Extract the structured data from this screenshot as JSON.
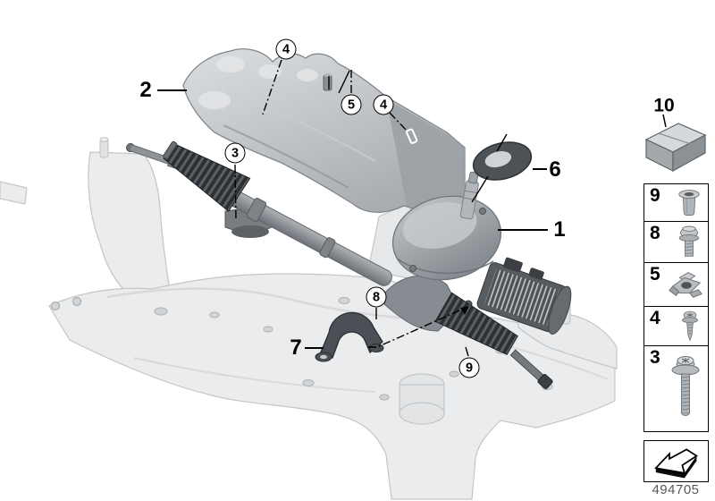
{
  "illustration": {
    "description": "Exploded parts diagram: electric steering gear with heat shield on front axle subframe",
    "diagram_number": "494705"
  },
  "callouts": {
    "part1": "1",
    "part2": "2",
    "part6": "6",
    "part7": "7",
    "part10": "10",
    "circle3": "3",
    "circle4a": "4",
    "circle4b": "4",
    "circle5": "5",
    "circle8": "8",
    "circle9": "9"
  },
  "legend": {
    "rows": [
      {
        "num": "9",
        "icon": "rivet-nut-icon"
      },
      {
        "num": "8",
        "icon": "flange-bolt-icon"
      },
      {
        "num": "5",
        "icon": "cage-nut-icon"
      },
      {
        "num": "4",
        "icon": "self-tapping-screw-icon"
      },
      {
        "num": "3",
        "icon": "bolt-washer-icon"
      }
    ],
    "direction_arrow": "direction-of-travel-arrow-icon"
  },
  "colors": {
    "line_black": "#000000",
    "part_light_gray": "#ebecee",
    "part_mid_gray": "#9aa0a5",
    "part_dark_gray": "#33373b",
    "doc_number_gray": "#55585a"
  }
}
